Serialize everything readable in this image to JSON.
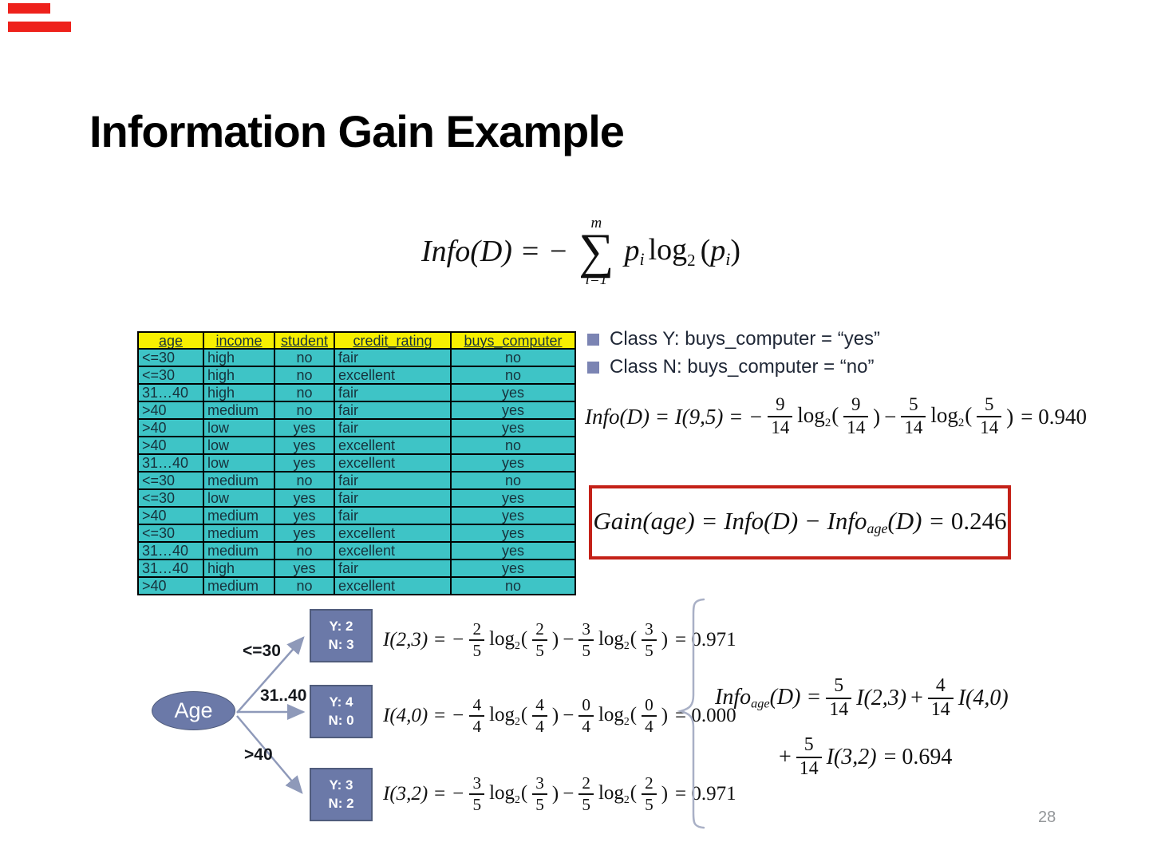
{
  "slide": {
    "title": "Information Gain Example",
    "page_number": "28"
  },
  "colors": {
    "teal": "#3ec4c6",
    "headerYellow": "#f7ef00",
    "tableText": "#17323c",
    "boxBlue": "#6b79a8",
    "boxBorder": "#505c7c",
    "arrow": "#8e99b9",
    "bullet": "#7b84b3",
    "bulletText": "#1f2736",
    "redBox": "#c42118",
    "redBar": "#ee211b",
    "brace": "#a9b0c6",
    "pageNum": "#939699"
  },
  "math": {
    "log": "log",
    "base": "2",
    "open": "(",
    "close": ")",
    "minus": "−",
    "plus": "+"
  },
  "entropy": {
    "lhs": "Info(D) = −",
    "sum_symbol": "∑",
    "sum_upper": "m",
    "sum_lower": "i=1",
    "p1": "p",
    "p1_sub": "i",
    "p2": "p",
    "p2_sub": "i"
  },
  "bullets": [
    {
      "label": "Class Y: buys_computer = “yes”"
    },
    {
      "label": "Class N: buys_computer = “no”"
    }
  ],
  "info95": {
    "lead": "Info(D) = I(9,5) = −",
    "f1n": "9",
    "f1d": "14",
    "f2n": "9",
    "f2d": "14",
    "f3n": "5",
    "f3d": "14",
    "f4n": "5",
    "f4d": "14",
    "result": "= 0.940"
  },
  "gain": {
    "lead": "Gain(age) = Info(D) − Info",
    "sub": "age",
    "tail": "(D) = ",
    "value": "0.246"
  },
  "table": {
    "headers": [
      "age",
      "income",
      "student",
      "credit_rating",
      "buys_computer"
    ],
    "rows": [
      [
        "<=30",
        "high",
        "no",
        "fair",
        "no"
      ],
      [
        "<=30",
        "high",
        "no",
        "excellent",
        "no"
      ],
      [
        "31…40",
        "high",
        "no",
        "fair",
        "yes"
      ],
      [
        ">40",
        "medium",
        "no",
        "fair",
        "yes"
      ],
      [
        ">40",
        "low",
        "yes",
        "fair",
        "yes"
      ],
      [
        ">40",
        "low",
        "yes",
        "excellent",
        "no"
      ],
      [
        "31…40",
        "low",
        "yes",
        "excellent",
        "yes"
      ],
      [
        "<=30",
        "medium",
        "no",
        "fair",
        "no"
      ],
      [
        "<=30",
        "low",
        "yes",
        "fair",
        "yes"
      ],
      [
        ">40",
        "medium",
        "yes",
        "fair",
        "yes"
      ],
      [
        "<=30",
        "medium",
        "yes",
        "excellent",
        "yes"
      ],
      [
        "31…40",
        "medium",
        "no",
        "excellent",
        "yes"
      ],
      [
        "31…40",
        "high",
        "yes",
        "fair",
        "yes"
      ],
      [
        ">40",
        "medium",
        "no",
        "excellent",
        "no"
      ]
    ]
  },
  "tree": {
    "root": "Age",
    "branches": [
      "<=30",
      "31..40",
      ">40"
    ],
    "nodes": [
      {
        "y": "Y: 2",
        "n": "N: 3"
      },
      {
        "y": "Y: 4",
        "n": "N: 0"
      },
      {
        "y": "Y: 3",
        "n": "N: 2"
      }
    ]
  },
  "i_formulas": [
    {
      "lhs": "I(2,3) = −",
      "f1n": "2",
      "f1d": "5",
      "f2n": "2",
      "f2d": "5",
      "f3n": "3",
      "f3d": "5",
      "f4n": "3",
      "f4d": "5",
      "result": "= 0.971"
    },
    {
      "lhs": "I(4,0) = −",
      "f1n": "4",
      "f1d": "4",
      "f2n": "4",
      "f2d": "4",
      "f3n": "0",
      "f3d": "4",
      "f4n": "0",
      "f4d": "4",
      "result": "= 0.000"
    },
    {
      "lhs": "I(3,2) = −",
      "f1n": "3",
      "f1d": "5",
      "f2n": "3",
      "f2d": "5",
      "f3n": "2",
      "f3d": "5",
      "f4n": "2",
      "f4d": "5",
      "result": "= 0.971"
    }
  ],
  "infoage": {
    "lead": "Info",
    "lead_sub": "age",
    "lead_tail": "(D) =",
    "f1n": "5",
    "f1d": "14",
    "t1": "I(2,3)",
    "f2n": "4",
    "f2d": "14",
    "t2": "I(4,0)",
    "f3n": "5",
    "f3d": "14",
    "t3": "I(3,2)",
    "result": "= 0.694"
  }
}
